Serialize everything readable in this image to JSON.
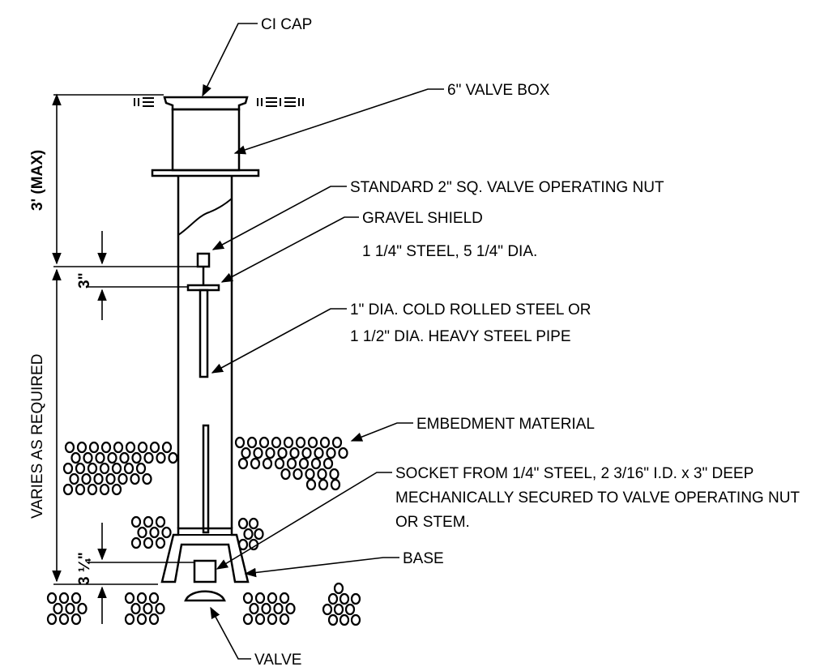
{
  "labels": {
    "ci_cap": "CI CAP",
    "valve_box": "6\" VALVE BOX",
    "operating_nut": "STANDARD 2\" SQ. VALVE OPERATING NUT",
    "gravel_shield_1": "GRAVEL SHIELD",
    "gravel_shield_2": "1 1/4\" STEEL, 5 1/4\" DIA.",
    "rod_1": "1\" DIA. COLD ROLLED STEEL OR",
    "rod_2": "1 1/2\" DIA. HEAVY STEEL PIPE",
    "embedment": "EMBEDMENT MATERIAL",
    "socket_1": "SOCKET FROM 1/4\" STEEL, 2 3/16\" I.D. x 3\" DEEP",
    "socket_2": "MECHANICALLY SECURED TO VALVE OPERATING NUT",
    "socket_3": "OR STEM.",
    "base": "BASE",
    "valve": "VALVE"
  },
  "dimensions": {
    "max_depth": "3' (MAX)",
    "nut_to_shield": "3\"",
    "varies": "VARIES AS REQUIRED",
    "base_height": "3 ¼\""
  },
  "colors": {
    "line": "#000000",
    "background": "#ffffff"
  }
}
